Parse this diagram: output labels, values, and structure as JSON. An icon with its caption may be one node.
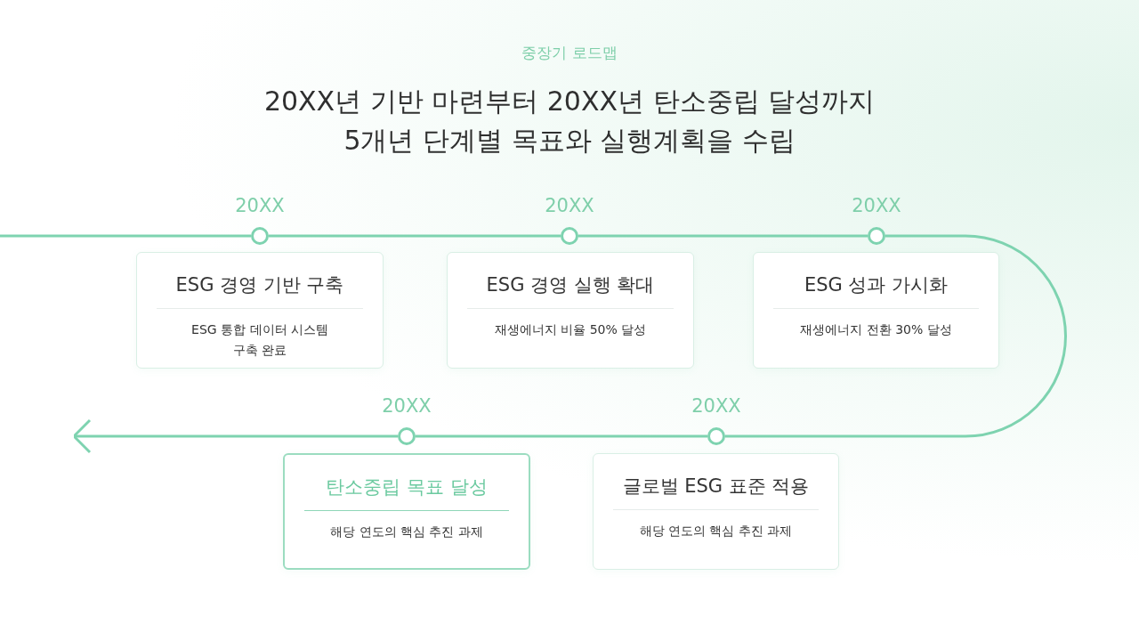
{
  "diagram": {
    "title": "20XX년 기반 마련부터 20XX년 탄소중립 달성까지 5개년 단계별 목표와 실행계획을 수립",
    "nodes": [
      {
        "text": [],
        "shape": "circle",
        "beside": [
          "20XX"
        ]
      },
      {
        "text": [],
        "shape": "circle",
        "beside": [
          "20XX"
        ]
      },
      {
        "text": [],
        "shape": "circle",
        "beside": [
          "20XX"
        ]
      },
      {
        "text": [
          "ESG 경영 기반 구축",
          "ESG 통합 데이터 시스템 구축 완료"
        ]
      },
      {
        "text": [
          "ESG 경영 실행 확대",
          "재생에너지 비율 50% 달성"
        ]
      },
      {
        "text": [
          "ESG 성과 가시화",
          "재생에너지 전환 30% 달성"
        ]
      },
      {
        "text": [],
        "shape": "circle",
        "beside": [
          "20XX"
        ]
      },
      {
        "text": [],
        "shape": "circle",
        "beside": [
          "20XX"
        ]
      },
      {
        "text": [
          "탄소중립 목표 달성",
          "해당 연도의 핵심 추진 과제"
        ]
      },
      {
        "text": [
          "글로벌 ESG 표준 적용",
          "해당 연도의 핵심 추진 과제"
        ]
      }
    ],
    "edges": [
      {
        "from": null,
        "to": 0,
        "arrow": "none"
      },
      {
        "from": 0,
        "to": 1,
        "arrow": "none"
      },
      {
        "from": 1,
        "to": 2,
        "arrow": "none"
      },
      {
        "from": 2,
        "to": 7,
        "arrow": "none"
      },
      {
        "from": 7,
        "to": 6,
        "arrow": "none"
      },
      {
        "from": 6,
        "to": null,
        "arrow": "to"
      }
    ],
    "labels": [
      "중장기 로드맵"
    ]
  }
}
